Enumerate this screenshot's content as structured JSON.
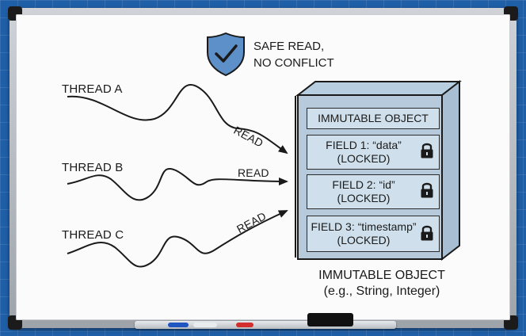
{
  "diagram": {
    "safe_label_line1": "SAFE READ,",
    "safe_label_line2": "NO CONFLICT",
    "threads": [
      {
        "name": "THREAD A",
        "action": "READ"
      },
      {
        "name": "THREAD B",
        "action": "READ"
      },
      {
        "name": "THREAD C",
        "action": "READ"
      }
    ],
    "object": {
      "header": "IMMUTABLE OBJECT",
      "fields": [
        {
          "line1": "FIELD 1: “data”",
          "line2": "(LOCKED)"
        },
        {
          "line1": "FIELD 2: “id”",
          "line2": "(LOCKED)"
        },
        {
          "line1": "FIELD 3: “timestamp”",
          "line2": "(LOCKED)"
        }
      ],
      "caption_line1": "IMMUTABLE OBJECT",
      "caption_line2": "(e.g., String, Integer)"
    },
    "icons": {
      "shield": "shield-check-icon",
      "lock": "lock-icon"
    },
    "colors": {
      "background": "#1f5fa8",
      "shield": "#5d8fc9",
      "box_fill": "#cfe0ec",
      "ink": "#1a1a1a"
    }
  }
}
